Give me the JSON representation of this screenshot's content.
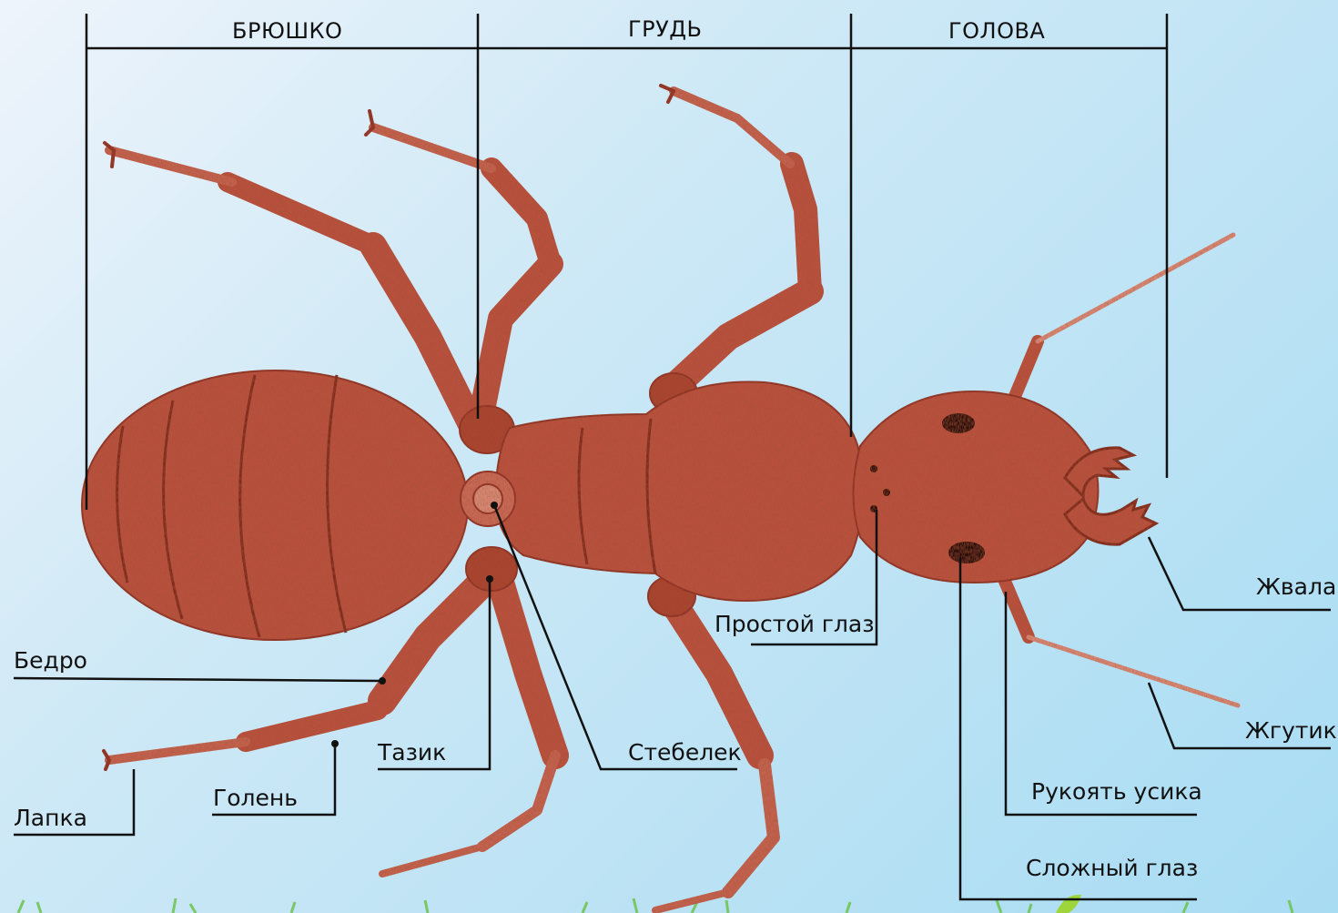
{
  "sections": {
    "abdomen": "БРЮШКО",
    "thorax": "ГРУДЬ",
    "head": "ГОЛОВА"
  },
  "labels": {
    "femur": "Бедро",
    "tarsus": "Лапка",
    "tibia": "Голень",
    "coxa": "Тазик",
    "petiole": "Стебелек",
    "ocellus": "Простой глаз",
    "mandible": "Жвала",
    "flagellum": "Жгутик",
    "scape": "Рукоять усика",
    "compound_eye": "Сложный глаз"
  },
  "colors": {
    "body": "#b9513e",
    "body_dark": "#8e3325",
    "body_light": "#cd6e5a",
    "line": "#111111",
    "grass": "#6cc24a"
  }
}
